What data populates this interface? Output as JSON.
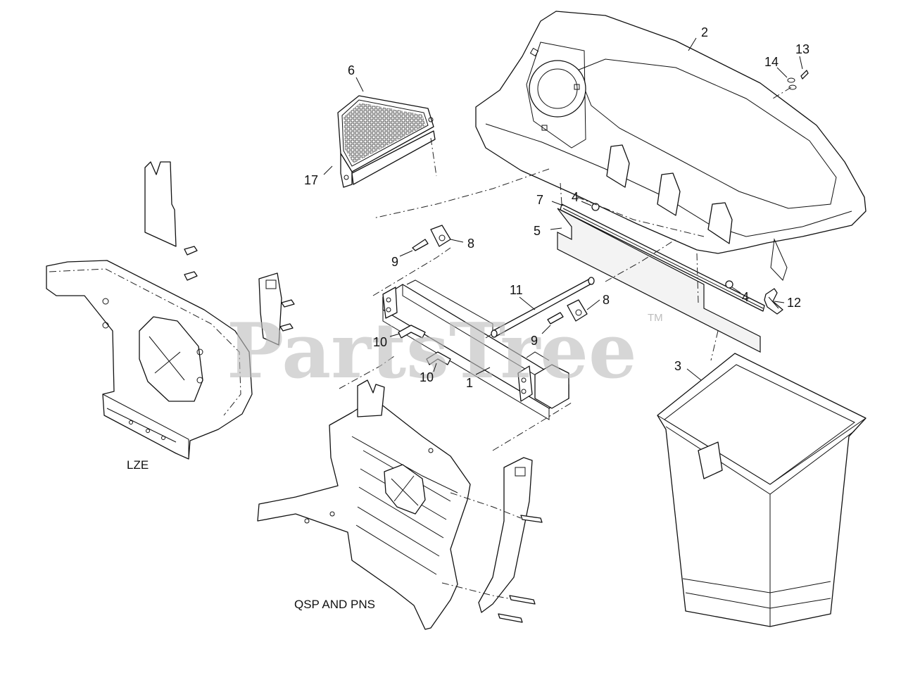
{
  "watermark": {
    "text": "PartsTree",
    "trademark": "TM"
  },
  "variants": {
    "left": "LZE",
    "center": "QSP AND PNS"
  },
  "callouts": {
    "c1": "1",
    "c2": "2",
    "c3": "3",
    "c4a": "4",
    "c4b": "4",
    "c5": "5",
    "c6": "6",
    "c7": "7",
    "c8a": "8",
    "c8b": "8",
    "c9a": "9",
    "c9b": "9",
    "c10a": "10",
    "c10b": "10",
    "c11": "11",
    "c12": "12",
    "c13": "13",
    "c14": "14",
    "c17": "17"
  },
  "colors": {
    "line": "#111111",
    "watermark": "#bdbdbd",
    "background": "#ffffff"
  }
}
